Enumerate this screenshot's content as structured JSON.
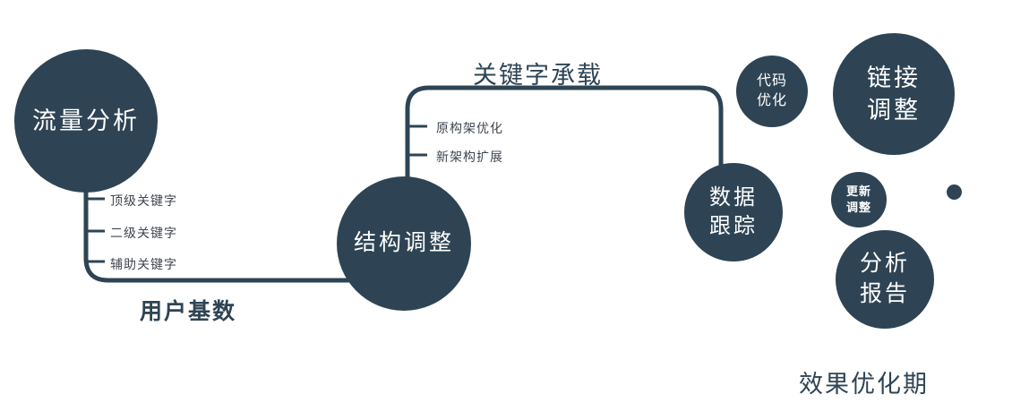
{
  "colors": {
    "primary": "#2e4454",
    "text_on_circle": "#ffffff",
    "small_label": "#3f4650"
  },
  "nodes": {
    "traffic": {
      "label": "流量分析"
    },
    "structure": {
      "label": "结构调整"
    },
    "data_tracking": {
      "line1": "数据",
      "line2": "跟踪"
    },
    "code_opt": {
      "line1": "代码",
      "line2": "优化"
    },
    "link_adjust": {
      "line1": "链接",
      "line2": "调整"
    },
    "update_adjust": {
      "line1": "更新",
      "line2": "调整"
    },
    "analysis_report": {
      "line1": "分析",
      "line2": "报告"
    }
  },
  "edge_labels": {
    "keyword_bearing": "关键字承载",
    "user_base": "用户基数",
    "effect_period": "效果优化期"
  },
  "tick_labels": {
    "left": [
      "顶级关键字",
      "二级关键字",
      "辅助关键字"
    ],
    "middle": [
      "原构架优化",
      "新架构扩展"
    ]
  }
}
